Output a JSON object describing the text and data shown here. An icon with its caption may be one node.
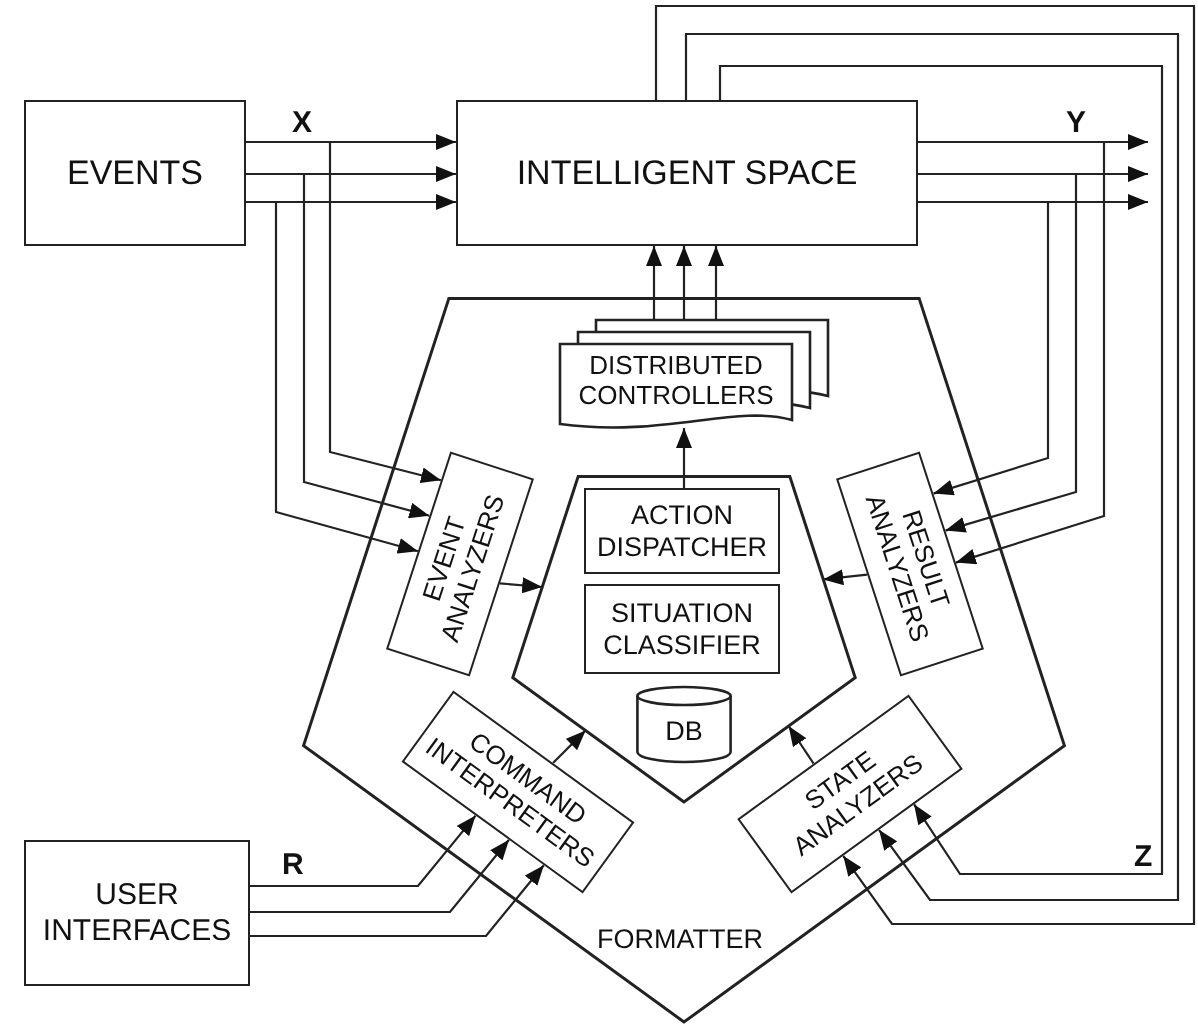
{
  "diagram": {
    "nodes": [
      {
        "text": [
          "EVENTS"
        ]
      },
      {
        "text": [
          "INTELLIGENT SPACE"
        ]
      },
      {
        "text": [
          "FORMATTER"
        ]
      },
      {
        "text": [
          "DISTRIBUTED CONTROLLERS"
        ],
        "in": 2
      },
      {
        "text": [
          "EVENT ANALYZERS"
        ],
        "in": 2
      },
      {
        "text": [],
        "shape": "pentagon",
        "in": 2
      },
      {
        "text": [
          "ACTION DISPATCHER"
        ],
        "in": 5
      },
      {
        "text": [
          "RESULT ANALYZERS"
        ],
        "in": 2
      },
      {
        "text": [
          "SITUATION CLASSIFIER"
        ],
        "in": 5
      },
      {
        "text": [
          "DB"
        ],
        "in": 5
      },
      {
        "text": [
          "COMMAND INTERPRETERS"
        ],
        "in": 2
      },
      {
        "text": [
          "STATE ANALYZERS"
        ],
        "in": 2
      },
      {
        "text": [
          "USER INTERFACES"
        ]
      }
    ],
    "edges": [
      {
        "from": 0,
        "to": 1,
        "arrow": "to"
      },
      {
        "from": 0,
        "to": 1,
        "arrow": "to"
      },
      {
        "from": 0,
        "to": 1,
        "arrow": "to"
      },
      {
        "from": 0,
        "to": 4,
        "arrow": "to"
      },
      {
        "from": 0,
        "to": 4,
        "arrow": "to"
      },
      {
        "from": 0,
        "to": 4,
        "arrow": "to"
      },
      {
        "from": 1,
        "to": null,
        "arrow": "to"
      },
      {
        "from": 1,
        "to": null,
        "arrow": "to"
      },
      {
        "from": 1,
        "to": null,
        "arrow": "to"
      },
      {
        "from": 1,
        "to": 7,
        "arrow": "to"
      },
      {
        "from": 1,
        "to": 7,
        "arrow": "to"
      },
      {
        "from": 1,
        "to": 7,
        "arrow": "to"
      },
      {
        "from": 1,
        "to": 11,
        "arrow": "to"
      },
      {
        "from": 1,
        "to": 11,
        "arrow": "to"
      },
      {
        "from": 1,
        "to": 11,
        "arrow": "to"
      },
      {
        "from": 12,
        "to": 10,
        "arrow": "to"
      },
      {
        "from": 12,
        "to": 10,
        "arrow": "to"
      },
      {
        "from": 12,
        "to": 10,
        "arrow": "to"
      },
      {
        "from": 3,
        "to": 1,
        "arrow": "to"
      },
      {
        "from": 3,
        "to": 1,
        "arrow": "to"
      },
      {
        "from": 3,
        "to": 1,
        "arrow": "to"
      },
      {
        "from": 6,
        "to": 3,
        "arrow": "to"
      },
      {
        "from": 4,
        "to": 5,
        "arrow": "to"
      },
      {
        "from": 7,
        "to": 5,
        "arrow": "to"
      },
      {
        "from": 10,
        "to": 5,
        "arrow": "to"
      },
      {
        "from": 11,
        "to": 5,
        "arrow": "to"
      }
    ],
    "labels": [
      "X",
      "Y",
      "R",
      "Z"
    ]
  }
}
